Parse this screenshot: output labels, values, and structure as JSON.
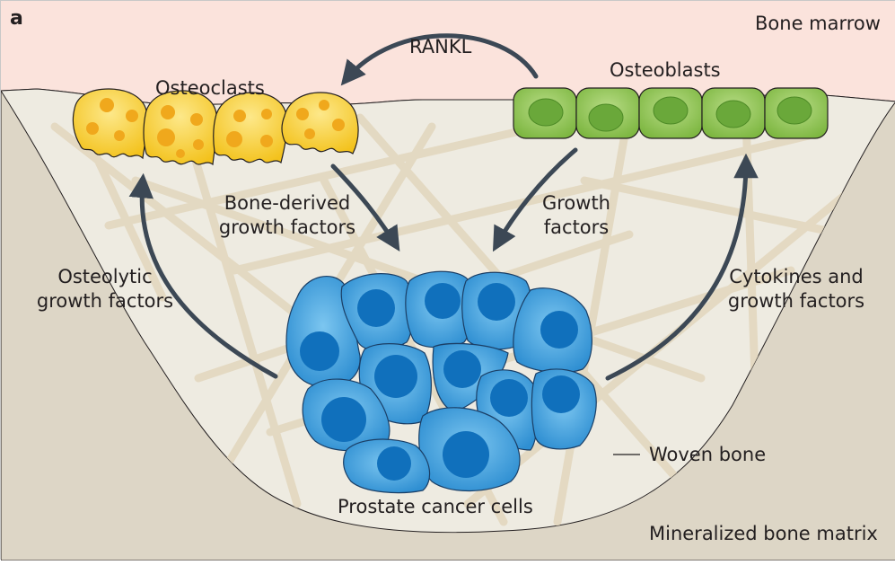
{
  "panel_letter": "a",
  "regions": {
    "bone_marrow": "Bone marrow",
    "mineralized_bone_matrix": "Mineralized bone matrix",
    "woven_bone": "Woven bone"
  },
  "cells": {
    "osteoclasts": "Osteoclasts",
    "osteoblasts": "Osteoblasts",
    "cancer_cells": "Prostate cancer cells"
  },
  "signals": {
    "rankl": "RANKL",
    "bone_derived_1": "Bone-derived",
    "bone_derived_2": "growth factors",
    "growth_1": "Growth",
    "growth_2": "factors",
    "osteolytic_1": "Osteolytic",
    "osteolytic_2": "growth factors",
    "cytokines_1": "Cytokines and",
    "cytokines_2": "growth factors"
  },
  "colors": {
    "bone_marrow": "#fbe3dc",
    "mineralized_bone": "#ddd6c6",
    "woven_bone": "#eeebe1",
    "fibers": "#e2d9c2",
    "osteoclast": "#f7cc24",
    "osteoblast": "#8fc451",
    "cancer_cell": "#4ba3dc",
    "nucleus": "#1070bc",
    "arrow": "#3c4855"
  }
}
